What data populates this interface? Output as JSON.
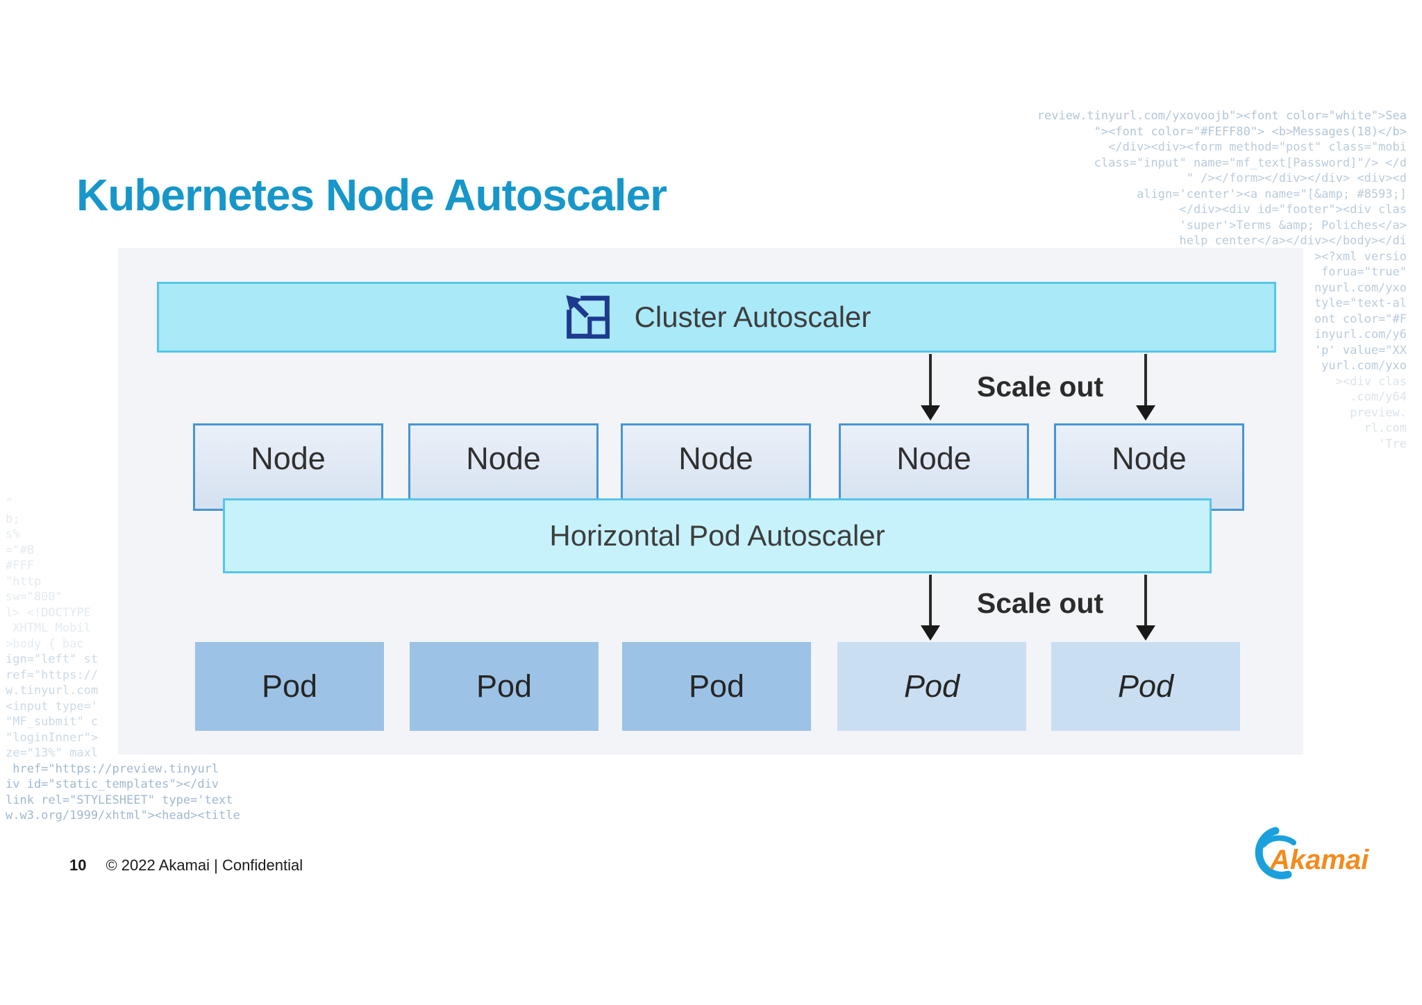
{
  "slide": {
    "title": "Kubernetes Node Autoscaler",
    "footer": {
      "page_number": "10",
      "copyright": "© 2022 Akamai | Confidential"
    },
    "logo": {
      "wordmark": "Akamai"
    }
  },
  "diagram": {
    "cluster_autoscaler_label": "Cluster Autoscaler",
    "hpa_label": "Horizontal Pod Autoscaler",
    "scale_out_top_label": "Scale out",
    "scale_out_bottom_label": "Scale out",
    "node_labels": [
      "Node",
      "Node",
      "Node",
      "Node",
      "Node"
    ],
    "pod_labels": [
      "Pod",
      "Pod",
      "Pod",
      "Pod",
      "Pod"
    ],
    "icons": {
      "cluster_autoscaler_icon": "scale-expand-icon",
      "logo_icon": "akamai-wave-icon"
    }
  },
  "colors": {
    "title_blue": "#1797c9",
    "autoscaler_fill": "#a9e9f8",
    "hpa_fill": "#c7f2fc",
    "autoscaler_border": "#54c5e8",
    "node_fill": "#dce6f2",
    "node_border": "#4795d3",
    "pod_fill": "#9cc2e5",
    "pod_italic_fill": "#cadef2",
    "icon_navy": "#1e3a8f",
    "akamai_orange": "#f28b1e",
    "akamai_blue": "#1aa0dc",
    "panel_gray": "#f3f4f8"
  },
  "background_code": {
    "top_right": [
      "review.tinyurl.com/yxovoojb\"><font color=\"white\">Sea",
      "\"><font color=\"#FEFF80\"> <b>Messages(18)</b>",
      "</div><div><form method=\"post\" class=\"mobi",
      "class=\"input\" name=\"mf_text[Password]\"/> </d",
      "\" /></form></div></div> <div><d",
      "align='center'><a name=\"[&amp; #8593;]",
      "</div><div id=\"footer\"><div clas",
      "'super'>Terms &amp; Poliches</a>",
      "help center</a></div></body></di",
      "><?xml versio",
      "forua=\"true\"",
      "nyurl.com/yxo",
      "tyle=\"text-al",
      "ont color=\"#F",
      "inyurl.com/y6",
      "'p' value=\"XX",
      "yurl.com/yxo",
      "><div clas",
      ".com/y64",
      "preview.",
      "rl.com",
      "'Tre",
      "",
      ""
    ],
    "left": [
      "\"",
      "b;",
      "s%",
      "=\"#B",
      "#FFF",
      "\"http",
      "sw=\"800\"",
      "l> <!DOCTYPE",
      " XHTML Mobil",
      ">body { bac",
      "ign=\"left\" st",
      "ref=\"https://",
      "w.tinyurl.com",
      "<input type='",
      "\"MF_submit\" c",
      "\"loginInner\">",
      "ze=\"13%\" maxl",
      " href=\"https://preview.tinyurl",
      "iv id=\"static_templates\"></div",
      "link rel=\"STYLESHEET\" type='text",
      "w.w3.org/1999/xhtml\"><head><title"
    ]
  }
}
